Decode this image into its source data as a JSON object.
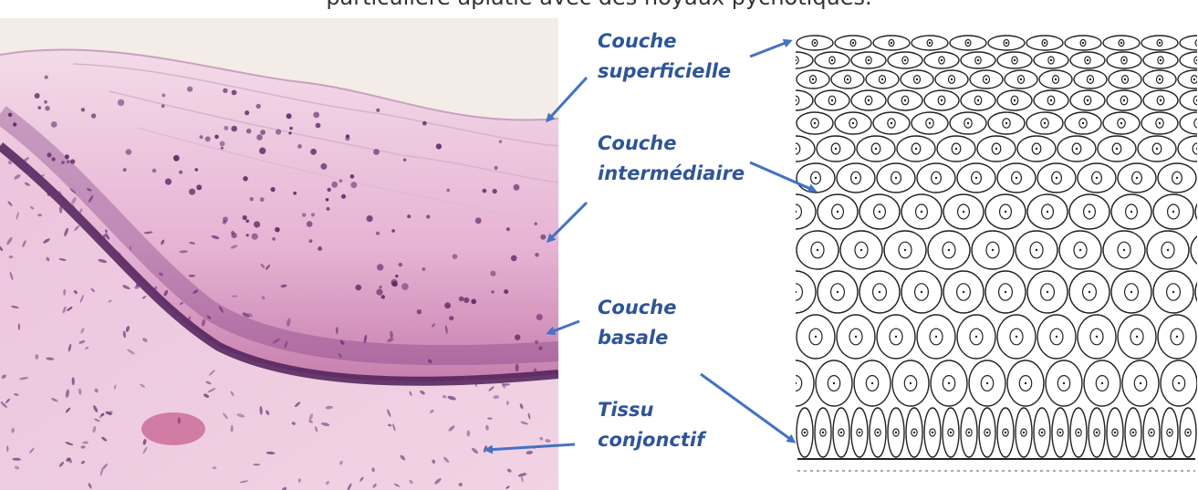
{
  "header": {
    "text": "particulière aplatie avec des noyaux pycnotiques."
  },
  "labels": {
    "superficial": {
      "line1": "Couche",
      "line2": "superficielle"
    },
    "intermediate": {
      "line1": "Couche",
      "line2": "intermédiaire"
    },
    "basal": {
      "line1": "Couche",
      "line2": "basale"
    },
    "connective": {
      "line1": "Tissu",
      "line2": "conjonctif"
    }
  },
  "colors": {
    "label_text": "#2f5597",
    "arrow": "#4472c4",
    "stain_pink": "#e8b5d6",
    "stain_nucleus": "#5a2462",
    "drawing_line": "#222222"
  }
}
